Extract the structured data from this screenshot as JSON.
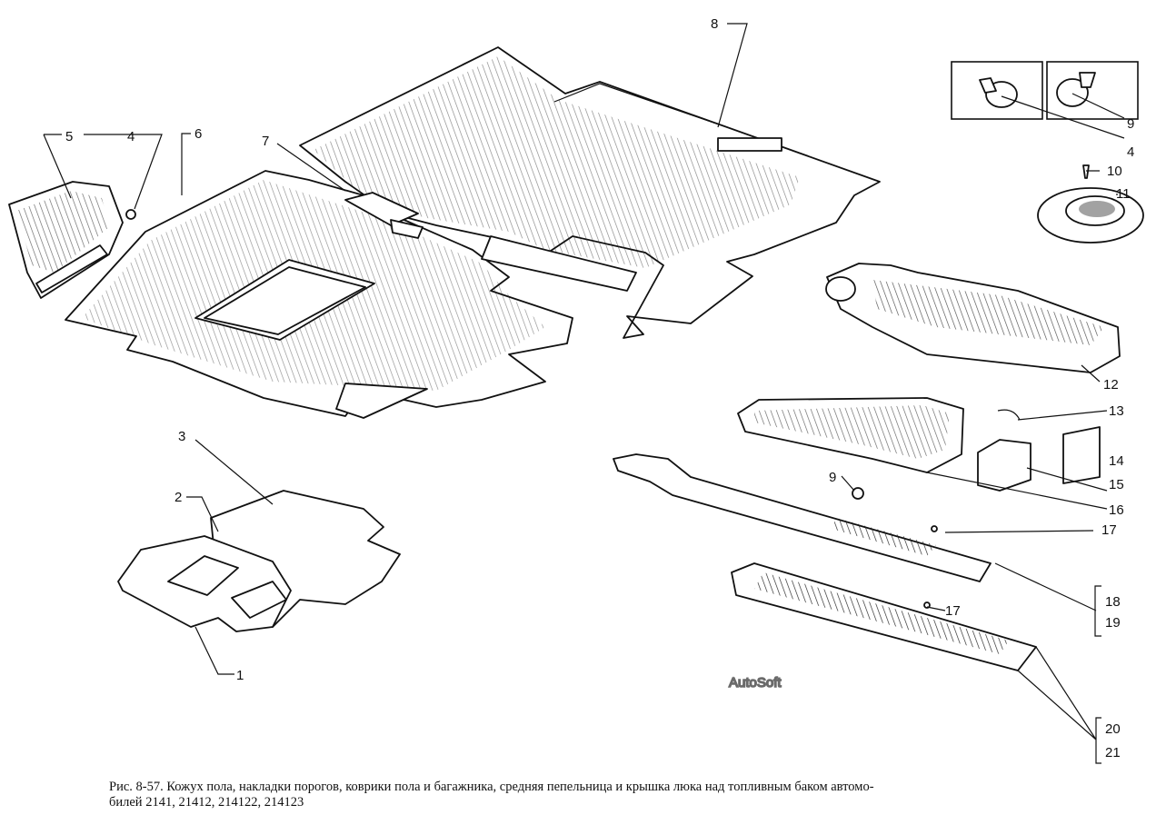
{
  "callouts": [
    {
      "id": "c1",
      "text": "1"
    },
    {
      "id": "c2",
      "text": "2"
    },
    {
      "id": "c3",
      "text": "3"
    },
    {
      "id": "c4a",
      "text": "4"
    },
    {
      "id": "c4b",
      "text": "4"
    },
    {
      "id": "c5",
      "text": "5"
    },
    {
      "id": "c6",
      "text": "6"
    },
    {
      "id": "c7",
      "text": "7"
    },
    {
      "id": "c8",
      "text": "8"
    },
    {
      "id": "c9a",
      "text": "9"
    },
    {
      "id": "c9b",
      "text": "9"
    },
    {
      "id": "c10",
      "text": "10"
    },
    {
      "id": "c11",
      "text": "11"
    },
    {
      "id": "c12",
      "text": "12"
    },
    {
      "id": "c13",
      "text": "13"
    },
    {
      "id": "c14",
      "text": "14"
    },
    {
      "id": "c15",
      "text": "15"
    },
    {
      "id": "c16",
      "text": "16"
    },
    {
      "id": "c17a",
      "text": "17"
    },
    {
      "id": "c17b",
      "text": "17"
    },
    {
      "id": "c18",
      "text": "18"
    },
    {
      "id": "c19",
      "text": "19"
    },
    {
      "id": "c20",
      "text": "20"
    },
    {
      "id": "c21",
      "text": "21"
    }
  ],
  "watermark": "AutoSoft",
  "caption": {
    "line1": "Рис. 8-57. Кожух пола, накладки порогов, коврики пола и багажника, средняя пепельница и крышка люка над топливным баком автомо-",
    "line2": "билей 2141, 21412, 214122, 214123"
  },
  "colors": {
    "ink": "#111111",
    "background": "#ffffff",
    "watermark_outline": "#6a6a6a"
  }
}
